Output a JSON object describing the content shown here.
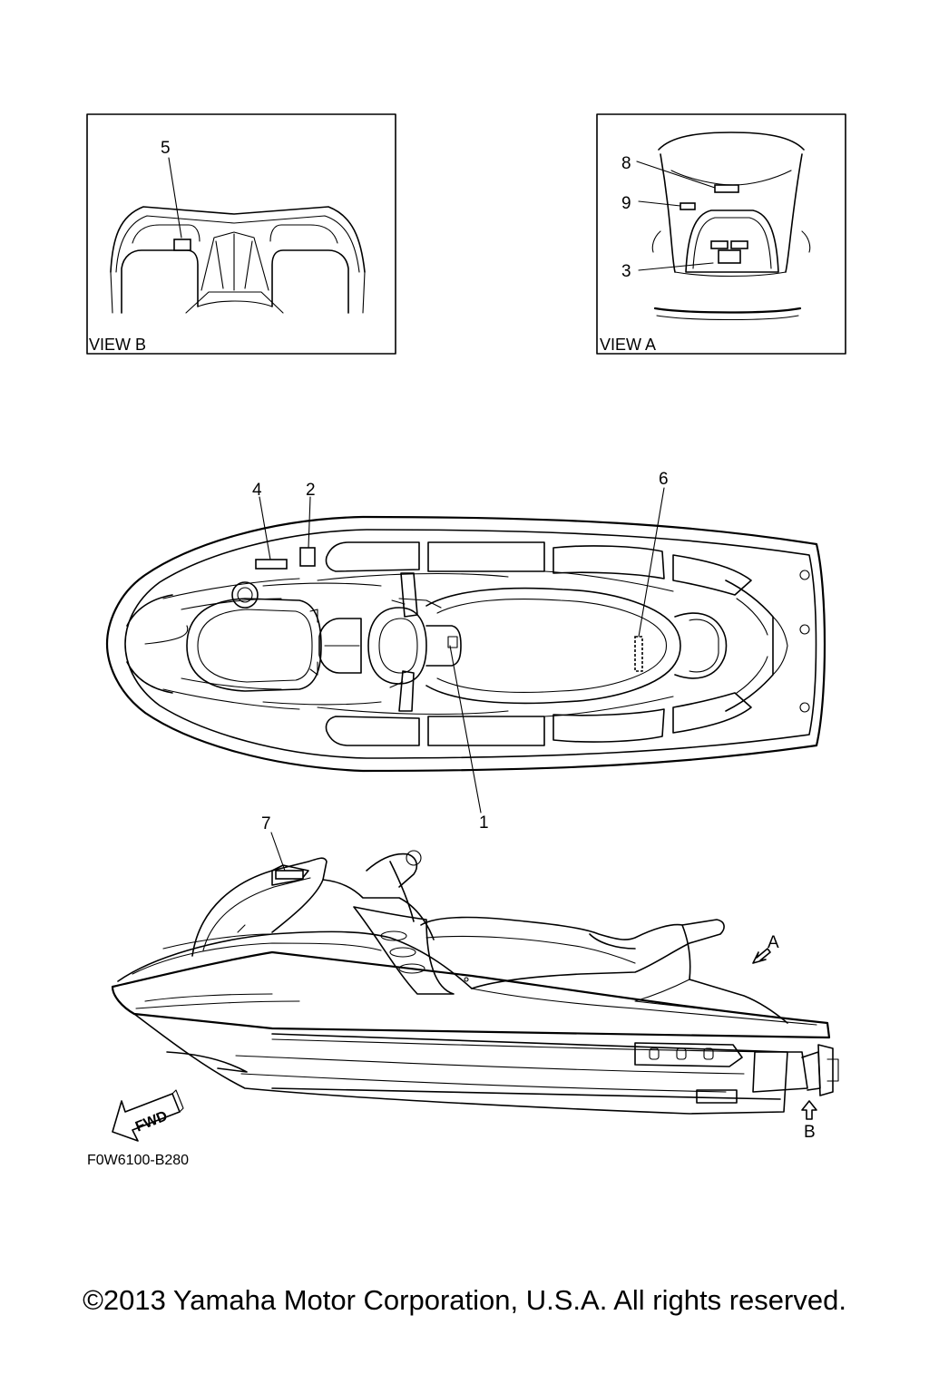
{
  "views": {
    "view_b": "VIEW B",
    "view_a": "VIEW A"
  },
  "callouts": {
    "n1": "1",
    "n2": "2",
    "n3": "3",
    "n4": "4",
    "n5": "5",
    "n6": "6",
    "n7": "7",
    "n8": "8",
    "n9": "9",
    "a": "A",
    "b": "B"
  },
  "fwd_label": "FWD",
  "figure_code": "F0W6100-B280",
  "copyright": "©2013 Yamaha Motor Corporation, U.S.A. All rights reserved."
}
